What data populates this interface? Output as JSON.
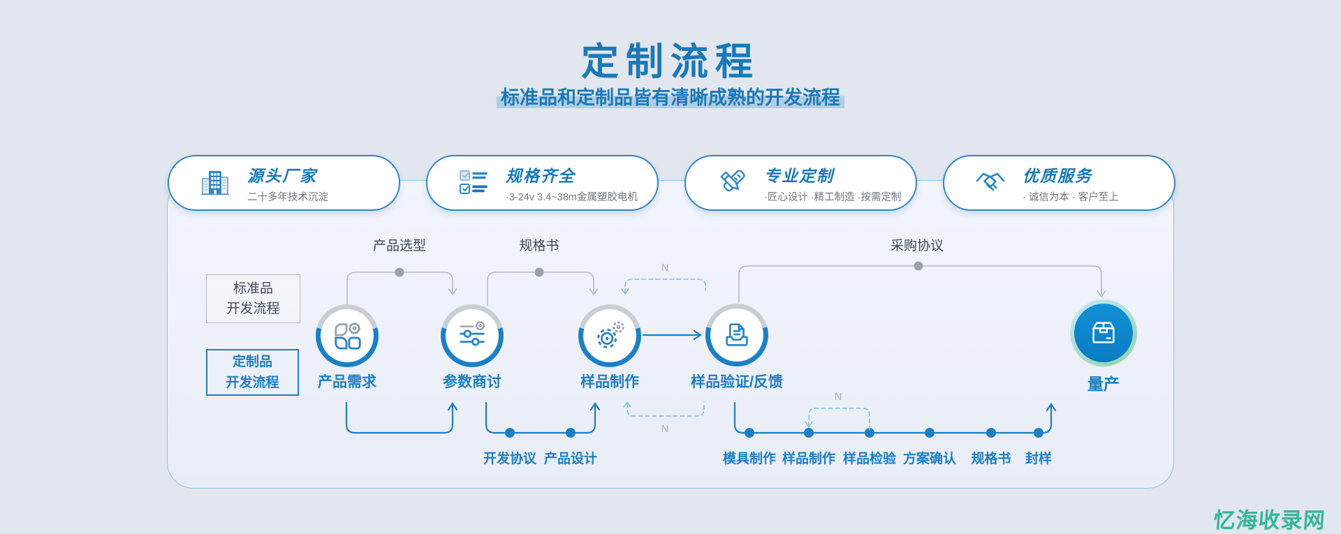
{
  "page": {
    "title": "定制流程",
    "subtitle": "标准品和定制品皆有清晰成熟的开发流程",
    "watermark": "忆海收录网"
  },
  "feature_cards": [
    {
      "icon": "factory-building-icon",
      "title": "源头厂家",
      "subtitle": "二十多年技术沉淀"
    },
    {
      "icon": "spec-checklist-icon",
      "title": "规格齐全",
      "subtitle": "·3-24v 3.4~38m金属塑胶电机"
    },
    {
      "icon": "design-tools-icon",
      "title": "专业定制",
      "subtitle": "·匠心设计 ·精工制造 ·按需定制"
    },
    {
      "icon": "handshake-icon",
      "title": "优质服务",
      "subtitle": "· 诚信为本 · 客户至上"
    }
  ],
  "tracks": {
    "standard": {
      "line1": "标准品",
      "line2": "开发流程"
    },
    "custom": {
      "line1": "定制品",
      "line2": "开发流程"
    }
  },
  "flow": {
    "steps": [
      "产品需求",
      "参数商讨",
      "样品制作",
      "样品验证/反馈",
      "量产"
    ],
    "top_connectors": [
      "产品选型",
      "规格书",
      "采购协议"
    ],
    "middle_sub_steps": [
      "开发协议",
      "产品设计"
    ],
    "bottom_sub_steps": [
      "模具制作",
      "样品制作",
      "样品检验",
      "方案确认",
      "规格书",
      "封样"
    ],
    "loop_label": "N"
  },
  "colors": {
    "accent_blue": "#1b79b7",
    "flow_blue": "#1e7ec2",
    "ring_gray": "#c9ced4",
    "subtitle_highlight": "#b3cde3",
    "final_step_fill": "#0d86cd",
    "watermark_teal": "#35b795"
  }
}
